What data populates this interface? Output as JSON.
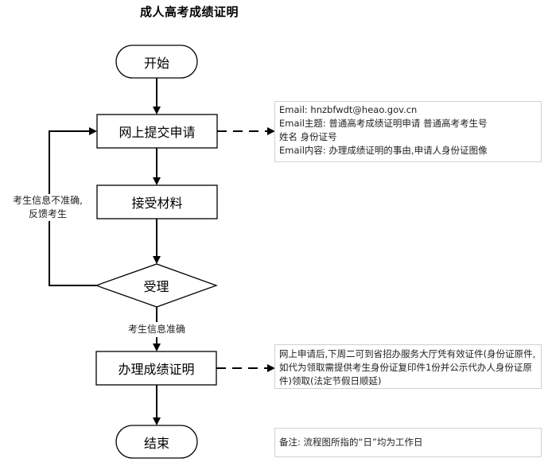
{
  "title": "成人高考成绩证明",
  "nodes": {
    "start": "开始",
    "submit": "网上提交申请",
    "receive": "接受材料",
    "accept": "受理",
    "process": "办理成绩证明",
    "end": "结束"
  },
  "labels": {
    "inaccurate_line1": "考生信息不准确,",
    "inaccurate_line2": "反馈考生",
    "accurate": "考生信息准确"
  },
  "notes": {
    "email": {
      "line1": "Email: hnzbfwdt@heao.gov.cn",
      "line2": "Email主题: 普通高考成绩证明申请  普通高考考生号",
      "line3": "姓名  身份证号",
      "line4": "Email内容: 办理成绩证明的事由,申请人身份证图像"
    },
    "pickup": "网上申请后,下周二可到省招办服务大厅凭有效证件(身份证原件,如代为领取需提供考生身份证复印件1份并公示代办人身份证原件)领取(法定节假日顺延)",
    "remark": "备注: 流程图所指的“日”均为工作日"
  }
}
